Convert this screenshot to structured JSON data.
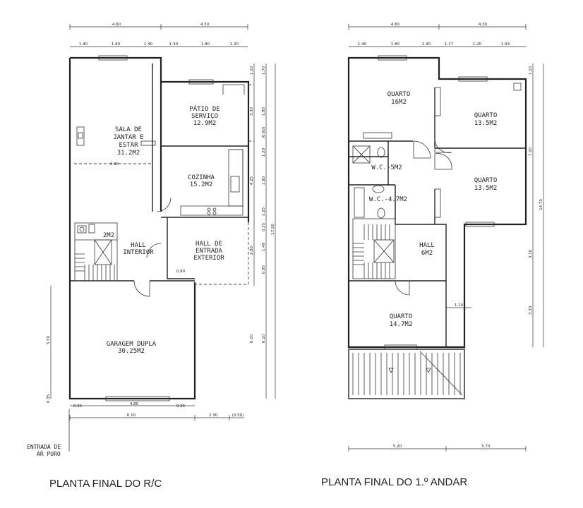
{
  "ground_floor": {
    "caption": "PLANTA FINAL DO R/C",
    "rooms": {
      "sala": [
        "SALA DE",
        "JANTAR E",
        "ESTAR",
        "31.2M2"
      ],
      "patio": [
        "PÁTIO DE",
        "SERVIÇO",
        "12.9M2"
      ],
      "cozinha": [
        "COZINHA",
        "15.2M2"
      ],
      "wc_area": "2M2",
      "hall_interior": [
        "HALL",
        "INTERIOR"
      ],
      "hall_entrada": [
        "HALL DE",
        "ENTRADA",
        "EXTERIOR"
      ],
      "garagem": [
        "GARAGEM DUPLA",
        "30.25M2"
      ]
    },
    "entrance_label": [
      "ENTRADA DE",
      "AR PURO"
    ],
    "dims": {
      "top_overall": [
        "4.60",
        "4.30"
      ],
      "top_parts": [
        "1.40",
        "1.80",
        "1.40",
        "1.30",
        "1.80",
        "1.20"
      ],
      "bottom": [
        "0.35",
        "4.80",
        "0.35"
      ],
      "bottom_overall": [
        "6.10",
        "2.30",
        "(0.50)"
      ],
      "right": [
        "1.10",
        "1.70",
        "3.30",
        "1.80",
        "(0.60)",
        "1.20",
        "4.25",
        "1.80",
        "1.25",
        "0.35",
        "2.80",
        "1.49",
        "0.95",
        "6.10",
        "6.10",
        "17.20"
      ],
      "left": [
        "5.50",
        "0.35"
      ],
      "inner": [
        "4.00",
        "0.90"
      ]
    }
  },
  "first_floor": {
    "caption": "PLANTA FINAL DO 1.º ANDAR",
    "rooms": {
      "quarto1": [
        "QUARTO",
        "16M2"
      ],
      "quarto2": [
        "QUARTO",
        "13.5M2"
      ],
      "quarto3": [
        "QUARTO",
        "13.5M2"
      ],
      "wc1": "W.C.-5M2",
      "wc2": "W.C.-4.7M2",
      "hall": [
        "HALL",
        "6M2"
      ],
      "quarto4": [
        "QUARTO",
        "14.7M2"
      ]
    },
    "dims": {
      "top_overall": [
        "4.60",
        "4.30"
      ],
      "top_parts": [
        "1.40",
        "1.80",
        "1.40",
        "1.17",
        "1.20",
        "1.93"
      ],
      "right": [
        "1.10",
        "7.20",
        "14.70",
        "3.10",
        "3.30"
      ],
      "inner": [
        "1.10"
      ],
      "bottom": [
        "5.20",
        "3.70"
      ]
    }
  }
}
